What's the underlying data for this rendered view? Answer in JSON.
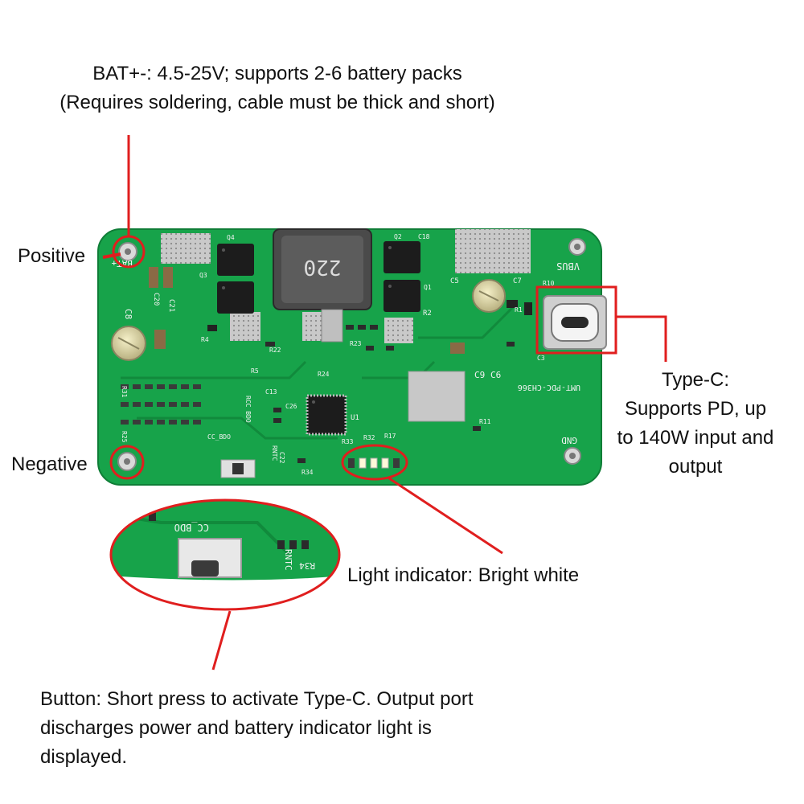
{
  "colors": {
    "pcb_green": "#17a34a",
    "pcb_dark": "#118a3c",
    "annotation_red": "#e01e1e",
    "silkscreen": "#f2f2f2",
    "chip": "#1c1c1c"
  },
  "annotations": {
    "bat": {
      "line1": "BAT+-: 4.5-25V; supports 2-6 battery packs",
      "line2": "(Requires soldering, cable must be thick and short)"
    },
    "positive": "Positive",
    "negative": "Negative",
    "typec": {
      "line1": "Type-C:",
      "line2": "Supports PD, up",
      "line3": "to 140W input and",
      "line4": "output"
    },
    "light": "Light indicator: Bright white",
    "button": {
      "line1": "Button: Short press to activate Type-C. Output port",
      "line2": "discharges power and battery indicator light is",
      "line3": "displayed."
    }
  },
  "board": {
    "model": "UMT-PDC-CH366",
    "inductor": "220",
    "pad_left": "BAT+",
    "vbus": "VBUS",
    "gnd": "GND",
    "labels": {
      "q4": "Q4",
      "q2": "Q2",
      "q3": "Q3",
      "q1": "Q1",
      "c18": "C18",
      "c5": "C5",
      "c7": "C7",
      "c8": "C8",
      "c20": "C20",
      "c21": "C21",
      "r10": "R10",
      "r4": "R4",
      "r2": "R2",
      "r5": "R5",
      "r22": "R22",
      "r23": "R23",
      "r24": "R24",
      "c9": "C9",
      "c6": "C6",
      "c13": "C13",
      "c26": "C26",
      "r11": "R11",
      "u1": "U1",
      "r33": "R33",
      "r32": "R32",
      "r17": "R17",
      "r34": "R34",
      "rntc": "RNTC",
      "c22": "C22",
      "rcc": "RCC BDO",
      "cc_bdo": "CC_BDO",
      "r25": "R25",
      "r31": "R31",
      "r1": "R1",
      "c3": "C3"
    }
  }
}
